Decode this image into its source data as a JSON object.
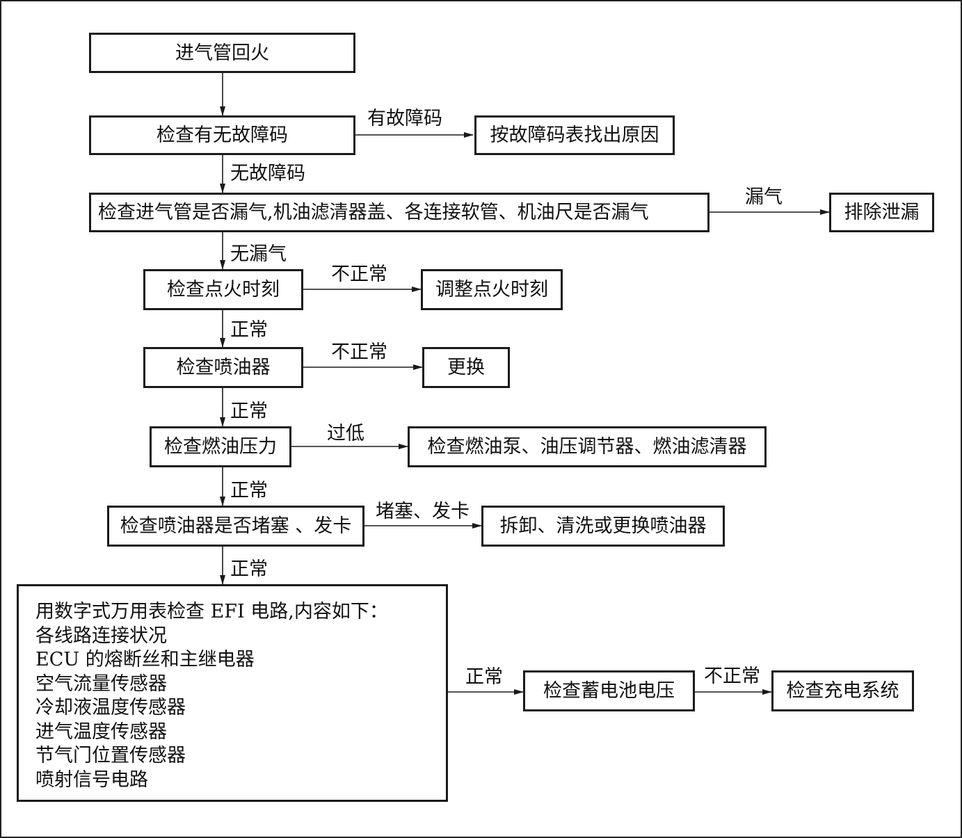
{
  "diagram": {
    "nodes": {
      "start": "进气管回火",
      "fault_code": "检查有无故障码",
      "fault_table": "按故障码表找出原因",
      "leak_check": "检查进气管是否漏气,机油滤清器盖、各连接软管、机油尺是否漏气",
      "fix_leak": "排除泄漏",
      "ignition": "检查点火时刻",
      "adjust_ignition": "调整点火时刻",
      "injector": "检查喷油器",
      "replace": "更换",
      "fuel_pressure": "检查燃油压力",
      "pump_check": "检查燃油泵、油压调节器、燃油滤清器",
      "clog_check": "检查喷油器是否堵塞 、发卡",
      "clean_injector": "拆卸、清洗或更换喷油器",
      "efi_title": "用数字式万用表检查 EFI 电路,内容如下：",
      "efi_items": [
        "各线路连接状况",
        "ECU 的熔断丝和主继电器",
        "空气流量传感器",
        "冷却液温度传感器",
        "进气温度传感器",
        "节气门位置传感器",
        "喷射信号电路"
      ],
      "battery": "检查蓄电池电压",
      "charging": "检查充电系统"
    },
    "edge_labels": {
      "has_code": "有故障码",
      "no_code": "无故障码",
      "leak": "漏气",
      "no_leak": "无漏气",
      "ign_abnormal": "不正常",
      "ign_normal": "正常",
      "inj_abnormal": "不正常",
      "inj_normal": "正常",
      "too_low": "过低",
      "press_normal": "正常",
      "clogged": "堵塞、发卡",
      "clog_normal": "正常",
      "efi_normal": "正常",
      "batt_abnormal": "不正常"
    }
  }
}
